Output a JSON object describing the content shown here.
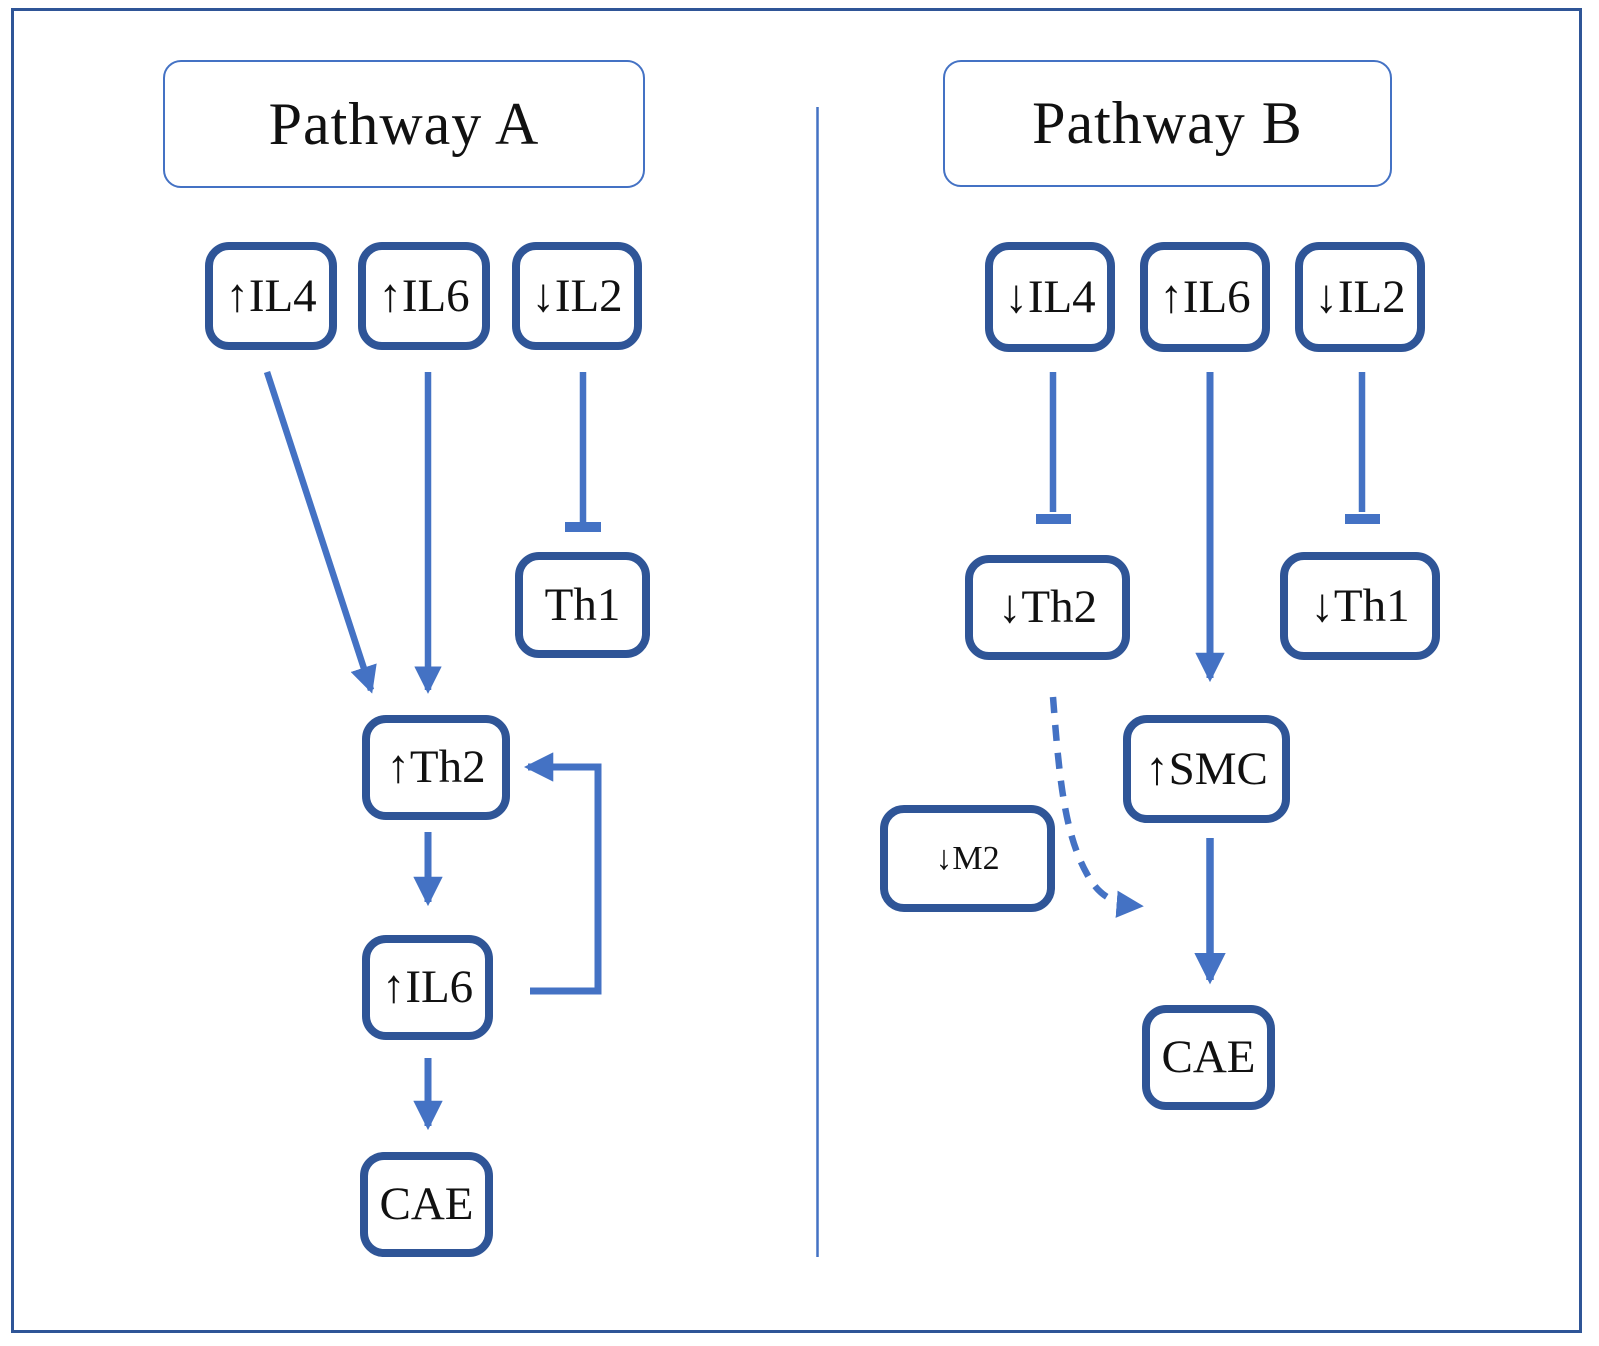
{
  "colors": {
    "box_border": "#2f5597",
    "arrow": "#4472c4",
    "frame": "#2f5597",
    "text": "#111111"
  },
  "pathway_a": {
    "title": "Pathway A",
    "nodes": {
      "il4": "↑IL4",
      "il6_top": "↑IL6",
      "il2": "↓IL2",
      "th1": "Th1",
      "th2": "↑Th2",
      "il6": "↑IL6",
      "cae": "CAE"
    }
  },
  "pathway_b": {
    "title": "Pathway B",
    "nodes": {
      "il4": "↓IL4",
      "il6": "↑IL6",
      "il2": "↓IL2",
      "th2": "↓Th2",
      "th1": "↓Th1",
      "smc": "↑SMC",
      "m2": "↓M2",
      "cae": "CAE"
    }
  }
}
